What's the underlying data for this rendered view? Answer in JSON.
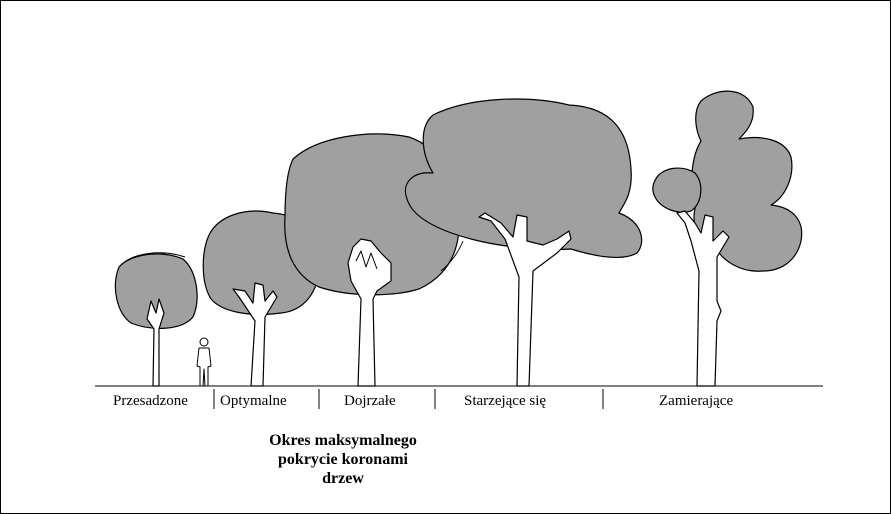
{
  "stages": [
    {
      "label": "Przesadzone"
    },
    {
      "label": "Optymalne"
    },
    {
      "label": "Dojrzałe"
    },
    {
      "label": "Starzejące się"
    },
    {
      "label": "Zamierające"
    }
  ],
  "caption": {
    "line1": "Okres maksymalnego",
    "line2": "pokrycie koronami",
    "line3": "drzew"
  },
  "colors": {
    "crown": "#a0a0a0",
    "outline": "#000000",
    "background": "#ffffff"
  }
}
